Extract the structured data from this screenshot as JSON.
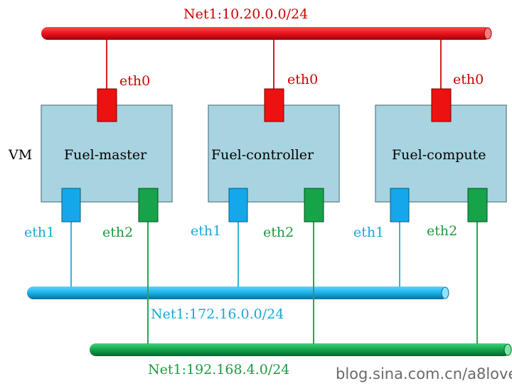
{
  "networks": {
    "red": {
      "label": "Net1:10.20.0.0/24",
      "color": "#e8141c"
    },
    "blue": {
      "label": "Net1:172.16.0.0/24",
      "color": "#1ab0e8"
    },
    "green": {
      "label": "Net1:192.168.4.0/24",
      "color": "#13a34a"
    }
  },
  "vm_label": "VM",
  "nodes": [
    {
      "name": "Fuel-master",
      "eth0": "eth0",
      "eth1": "eth1",
      "eth2": "eth2"
    },
    {
      "name": "Fuel-controller",
      "eth0": "eth0",
      "eth1": "eth1",
      "eth2": "eth2"
    },
    {
      "name": "Fuel-compute",
      "eth0": "eth0",
      "eth1": "eth1",
      "eth2": "eth2"
    }
  ],
  "colors": {
    "node_fill": "#a7d4e0",
    "node_stroke": "#6f8f9a",
    "port_red": "#ee1111",
    "port_blue": "#14a8ea",
    "port_green": "#16a34a",
    "link_red": "#d42020",
    "link_blue": "#35b7dc",
    "link_green": "#2aa457"
  },
  "watermark": "blog.sina.com.cn/a8love"
}
